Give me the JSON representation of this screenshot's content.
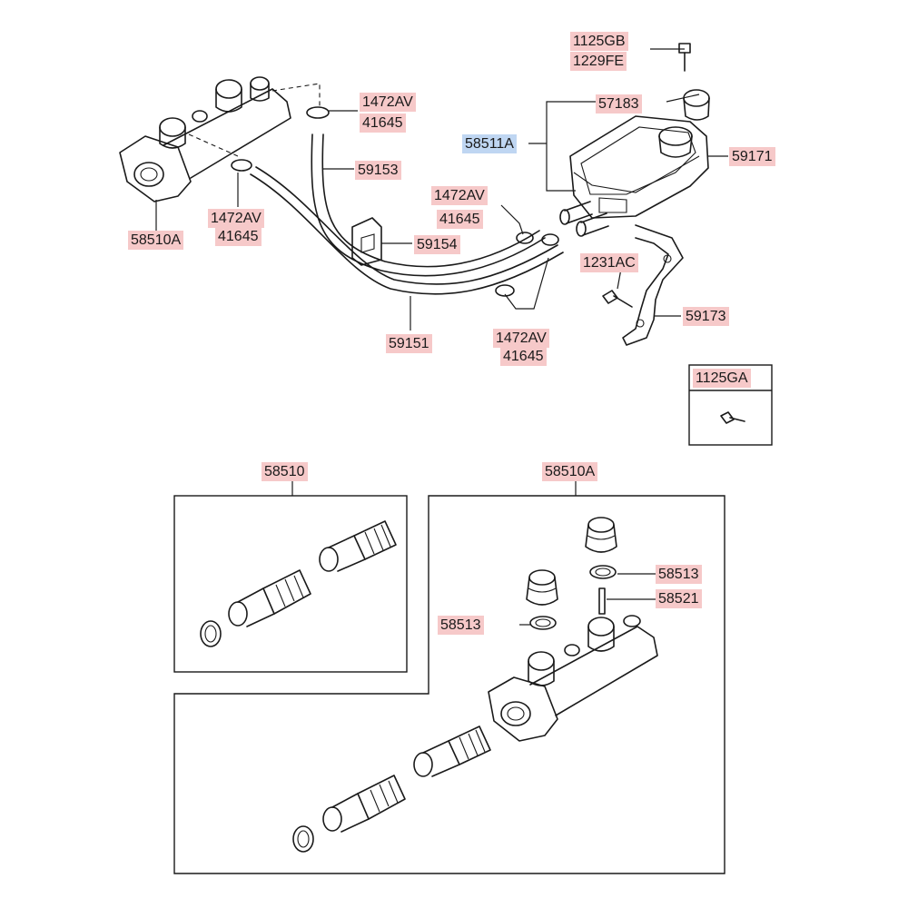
{
  "colors": {
    "part_label": "#f6c9c9",
    "highlight_label": "#bfd6f2",
    "line": "#1a1a1a"
  },
  "labels": {
    "l1125gb": "1125GB",
    "l1229fe": "1229FE",
    "l57183": "57183",
    "l58511a": "58511A",
    "l59171": "59171",
    "l1472av_a": "1472AV",
    "l41645_a": "41645",
    "l59153": "59153",
    "l1472av_b": "1472AV",
    "l41645_b": "41645",
    "l1472av_c": "1472AV",
    "l41645_c": "41645",
    "l59154": "59154",
    "l58510a_top": "58510A",
    "l1231ac": "1231AC",
    "l59173": "59173",
    "l59151": "59151",
    "l1472av_d": "1472AV",
    "l41645_d": "41645",
    "l1125ga": "1125GA",
    "l58510": "58510",
    "l58510a_box": "58510A",
    "l58513_a": "58513",
    "l58521": "58521",
    "l58513_b": "58513"
  }
}
